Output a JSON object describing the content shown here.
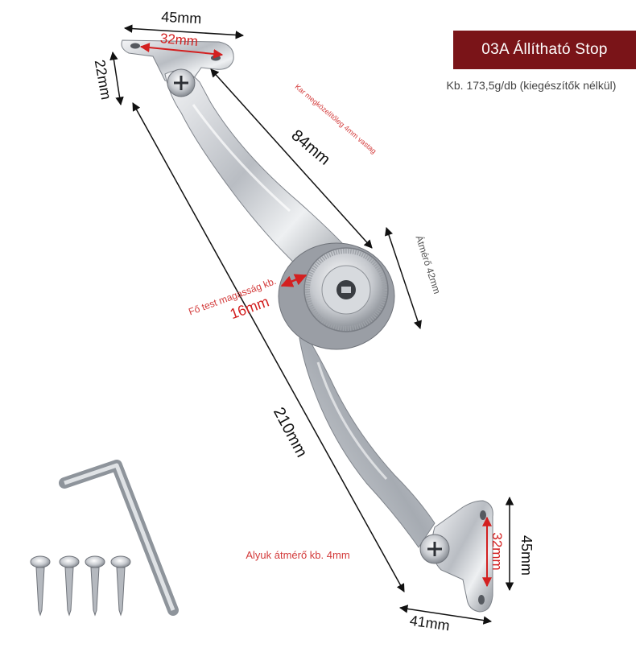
{
  "title": "03A Állítható Stop",
  "weight_note": "Kb. 173,5g/db (kiegészítők nélkül)",
  "dimensions": {
    "top_width": "45mm",
    "top_hole_spacing": "32mm",
    "top_height": "22mm",
    "arm_length": "84mm",
    "arm_thickness_note": "Kar megközelítőleg 4mm vastag",
    "dial_diameter": "Átmérő 42mm",
    "body_height_label": "Fő test magasság kb.",
    "body_height_value": "16mm",
    "total_length": "210mm",
    "hole_note": "Alyuk átmérő kb. 4mm",
    "bottom_hole_spacing": "32mm",
    "bottom_height": "45mm",
    "bottom_width": "41mm"
  },
  "colors": {
    "banner": "#7a1418",
    "accent_red": "#d32020",
    "metal": "#c9ccd1"
  }
}
